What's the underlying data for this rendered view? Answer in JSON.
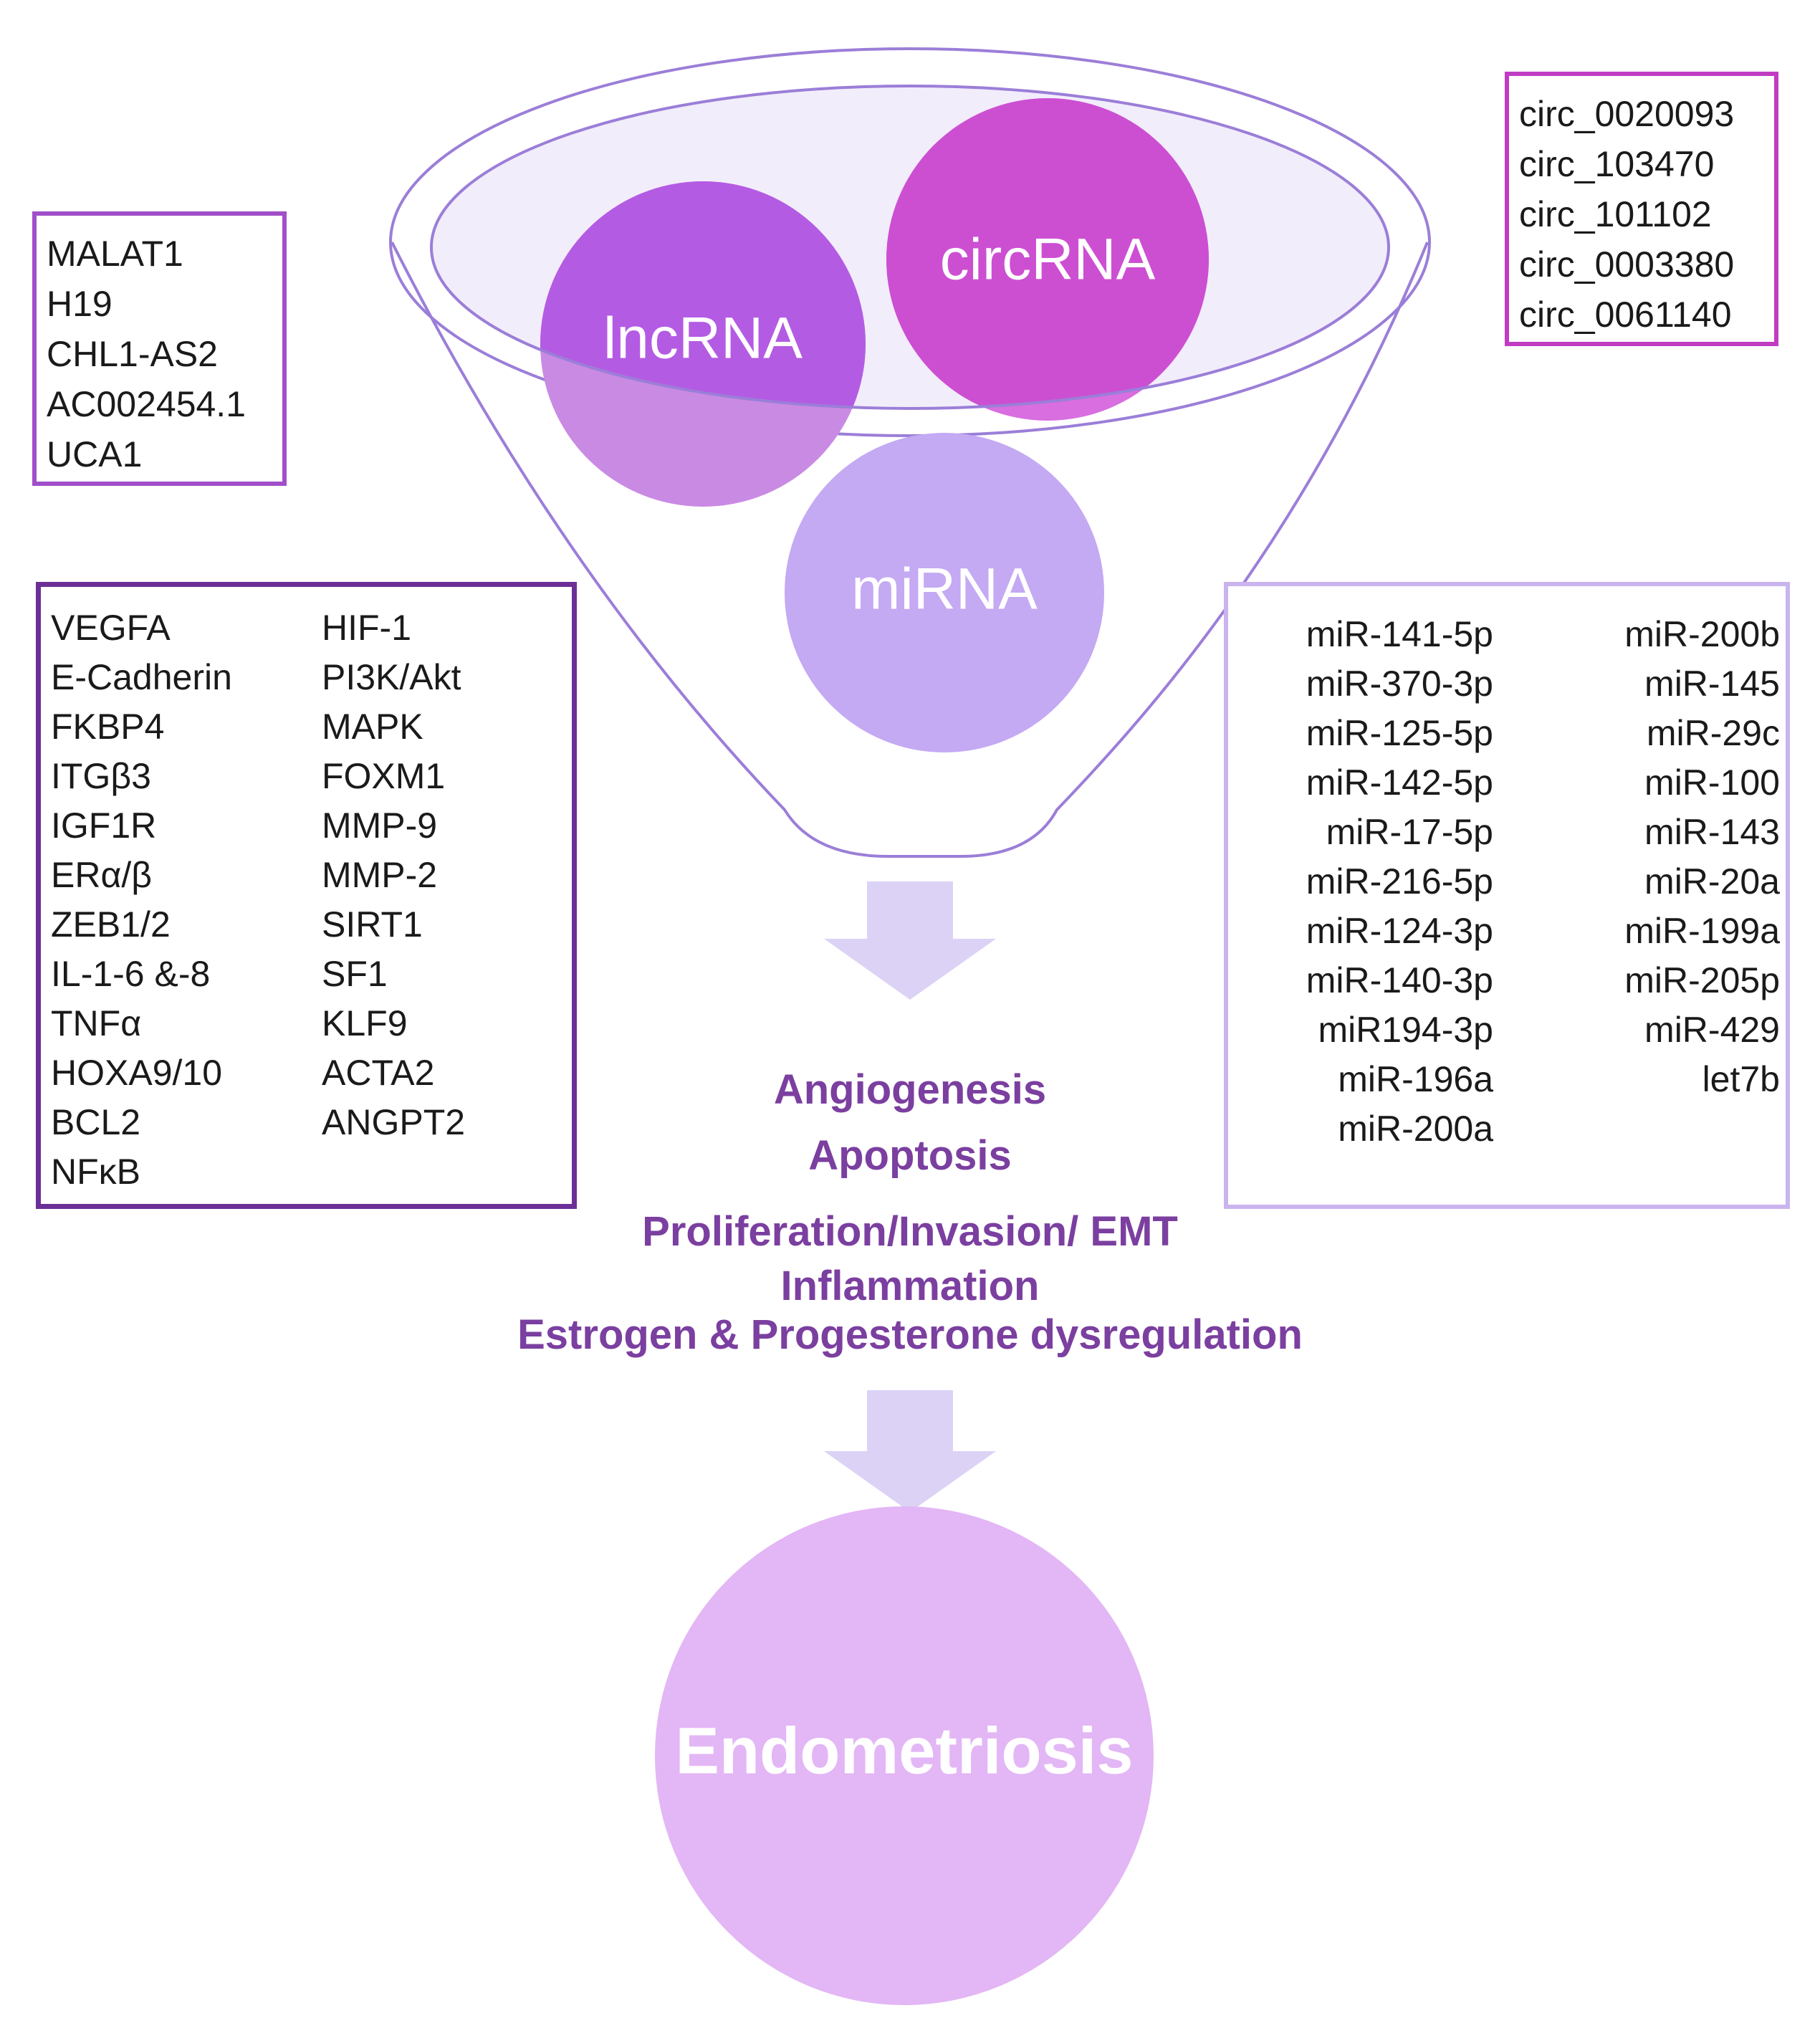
{
  "funnel": {
    "lncrna_label": "lncRNA",
    "circrna_label": "circRNA",
    "mirna_label": "miRNA"
  },
  "lncrna_list": [
    "MALAT1",
    "H19",
    "CHL1-AS2",
    "AC002454.1",
    "UCA1"
  ],
  "circrna_list": [
    "circ_0020093",
    "circ_103470",
    "circ_101102",
    "circ_0003380",
    "circ_0061140"
  ],
  "genes": {
    "col1": [
      "VEGFA",
      "E-Cadherin",
      "FKBP4",
      "ITGβ3",
      "IGF1R",
      "ERα/β",
      "ZEB1/2",
      "IL-1-6 &-8",
      "TNFα",
      "HOXA9/10",
      "BCL2",
      "NFκB"
    ],
    "col2": [
      "HIF-1",
      "PI3K/Akt",
      "MAPK",
      "FOXM1",
      "MMP-9",
      "MMP-2",
      "SIRT1",
      "SF1",
      "KLF9",
      "ACTA2",
      "ANGPT2"
    ]
  },
  "mirna_list": {
    "col1": [
      "miR-141-5p",
      "miR-370-3p",
      "miR-125-5p",
      "miR-142-5p",
      "miR-17-5p",
      "miR-216-5p",
      "miR-124-3p",
      "miR-140-3p",
      "miR194-3p",
      "miR-196a",
      "miR-200a"
    ],
    "col2": [
      "miR-200b",
      "miR-145",
      "miR-29c",
      "miR-100",
      "miR-143",
      "miR-20a",
      "miR-199a",
      "miR-205p",
      "miR-429",
      "let7b"
    ]
  },
  "outcomes": [
    "Angiogenesis",
    "Apoptosis",
    "Proliferation/Invasion/ EMT",
    "Inflammation",
    "Estrogen & Progesterone  dysregulation"
  ],
  "disease_label": "Endometriosis",
  "colors": {
    "lncrna_box": "#a14ec9",
    "circrna_box": "#c03cc2",
    "gene_box": "#6b2f96",
    "mirna_box": "#c9b4ee",
    "funnel_line": "#9b7ed8",
    "outcome_text": "#7b3fa0",
    "arrow": "#dcd2f5",
    "disease_circle": "#e3b6f5"
  }
}
